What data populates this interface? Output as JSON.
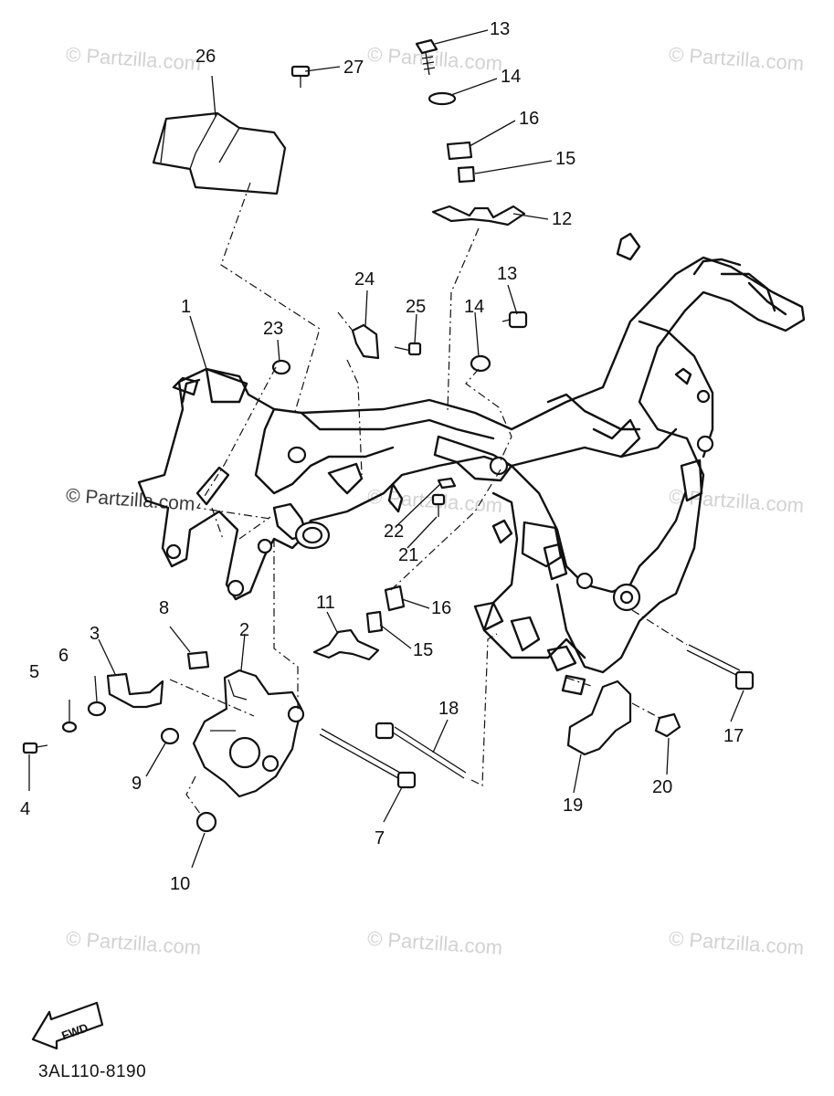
{
  "diagram_code": "3AL110-8190",
  "watermark_text": "© Partzilla.com",
  "fwd_label": "FWD",
  "callouts": {
    "p1": "1",
    "p2": "2",
    "p3": "3",
    "p4": "4",
    "p5": "5",
    "p6": "6",
    "p7": "7",
    "p8": "8",
    "p9": "9",
    "p10": "10",
    "p11": "11",
    "p12": "12",
    "p13a": "13",
    "p13b": "13",
    "p14a": "14",
    "p14b": "14",
    "p15a": "15",
    "p15b": "15",
    "p16a": "16",
    "p16b": "16",
    "p17": "17",
    "p18": "18",
    "p19": "19",
    "p20": "20",
    "p21": "21",
    "p22": "22",
    "p23": "23",
    "p24": "24",
    "p25": "25",
    "p26": "26",
    "p27": "27"
  }
}
